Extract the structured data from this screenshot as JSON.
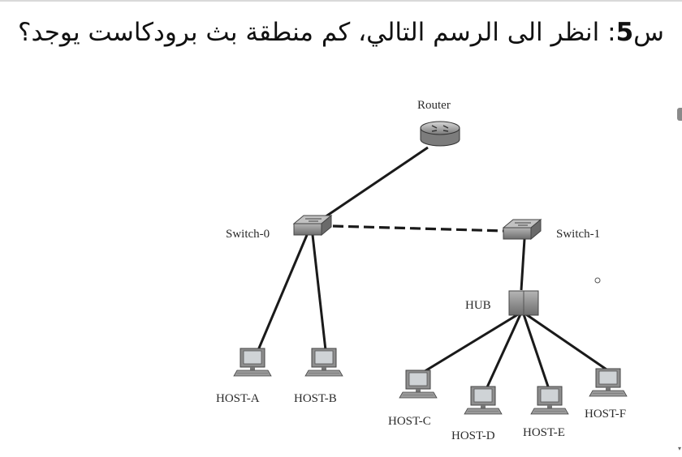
{
  "question": {
    "prefix": "س",
    "number": "5",
    "text": ": انظر الى الرسم التالي، كم منطقة بث برودكاست يوجد؟"
  },
  "diagram": {
    "router_label": "Router",
    "switch0_label": "Switch-0",
    "switch1_label": "Switch-1",
    "hub_label": "HUB",
    "hosts": [
      "HOST-A",
      "HOST-B",
      "HOST-C",
      "HOST-D",
      "HOST-E",
      "HOST-F"
    ]
  },
  "colors": {
    "text": "#111111",
    "device": "#8c8c8c",
    "line": "#1a1a1a"
  }
}
